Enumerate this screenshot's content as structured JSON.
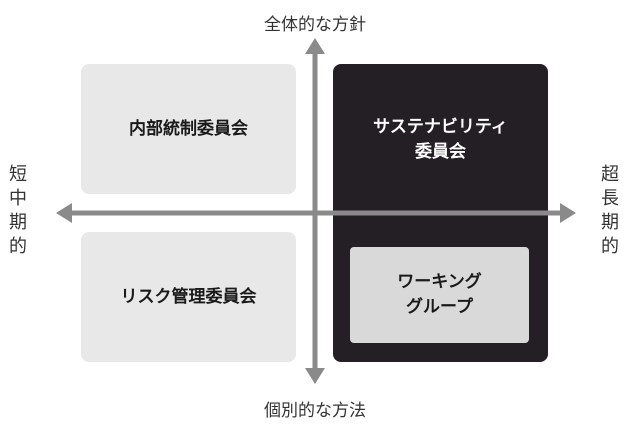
{
  "axes": {
    "top": "全体的な方針",
    "bottom": "個別的な方法",
    "left": [
      "短",
      "中",
      "期",
      "的"
    ],
    "right": [
      "超",
      "長",
      "期",
      "的"
    ]
  },
  "quadrants": {
    "top_left": "内部統制委員会",
    "bottom_left": "リスク管理委員会",
    "right": {
      "line1": "サステナビリティ",
      "line2": "委員会"
    },
    "working_group": {
      "line1": "ワーキング",
      "line2": "グループ"
    }
  },
  "colors": {
    "light_box": "#e8e8e8",
    "dark_box": "#231f25",
    "working_group_box": "#d9d9d9",
    "axis": "#8a8a8a"
  }
}
